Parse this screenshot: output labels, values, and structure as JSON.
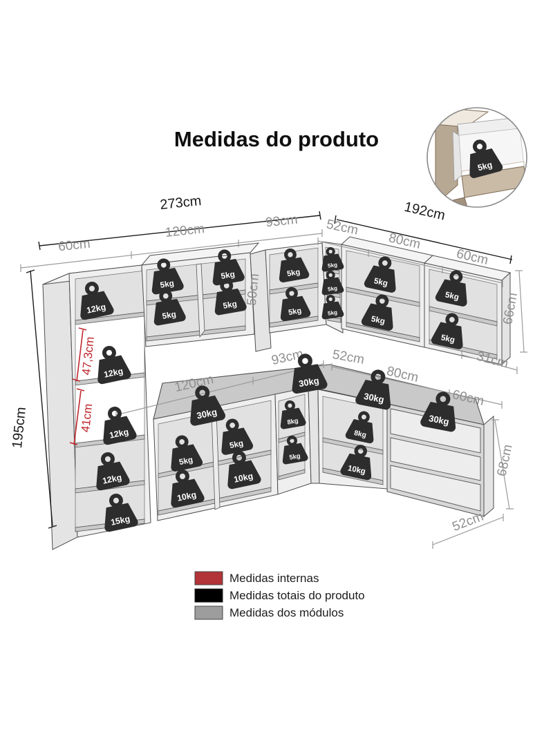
{
  "title": "Medidas do produto",
  "inset": {
    "capacity": "5kg"
  },
  "palette": {
    "weight_badge": "#2d2d2d",
    "cabinet": "#efefef",
    "counter": "#c9c9c9",
    "line_total": "#1a1a1a",
    "line_module": "#9a9a9a",
    "line_internal": "#c0272d"
  },
  "dims": {
    "total_upper_left": "273cm",
    "total_upper_right": "192cm",
    "height_total": "195cm",
    "ul_60": "60cm",
    "ul_120": "120cm",
    "ul_93": "93cm",
    "ur_52": "52cm",
    "ur_80": "80cm",
    "ur_60": "60cm",
    "upper_93_height": "50cm",
    "upper_right_height": "66cm",
    "upper_right_depth": "31cm",
    "internal_1": "47,3cm",
    "internal_2": "41cm",
    "bl_120": "120cm",
    "bl_93": "93cm",
    "br_52": "52cm",
    "br_80": "80cm",
    "br_60": "60cm",
    "base_height": "68cm",
    "base_depth": "52cm"
  },
  "weights": {
    "tall": [
      "12kg",
      "12kg",
      "12kg",
      "12kg",
      "15kg"
    ],
    "upper_120": [
      "5kg",
      "5kg",
      "5kg",
      "5kg"
    ],
    "upper_93": [
      "5kg",
      "5kg"
    ],
    "upper_corner": [
      "5kg",
      "5kg",
      "5kg"
    ],
    "upper_80": [
      "5kg",
      "5kg"
    ],
    "upper_60": [
      "5kg",
      "5kg"
    ],
    "countertop": [
      "30kg",
      "30kg",
      "30kg",
      "30kg"
    ],
    "base_120": [
      "5kg",
      "5kg",
      "10kg",
      "10kg"
    ],
    "base_93": [
      "8kg",
      "5kg"
    ],
    "base_80": [
      "8kg",
      "10kg"
    ]
  },
  "legend": [
    {
      "label": "Medidas internas",
      "color": "#b23338"
    },
    {
      "label": "Medidas totais do produto",
      "color": "#000000"
    },
    {
      "label": "Medidas dos módulos",
      "color": "#9d9d9d"
    }
  ]
}
